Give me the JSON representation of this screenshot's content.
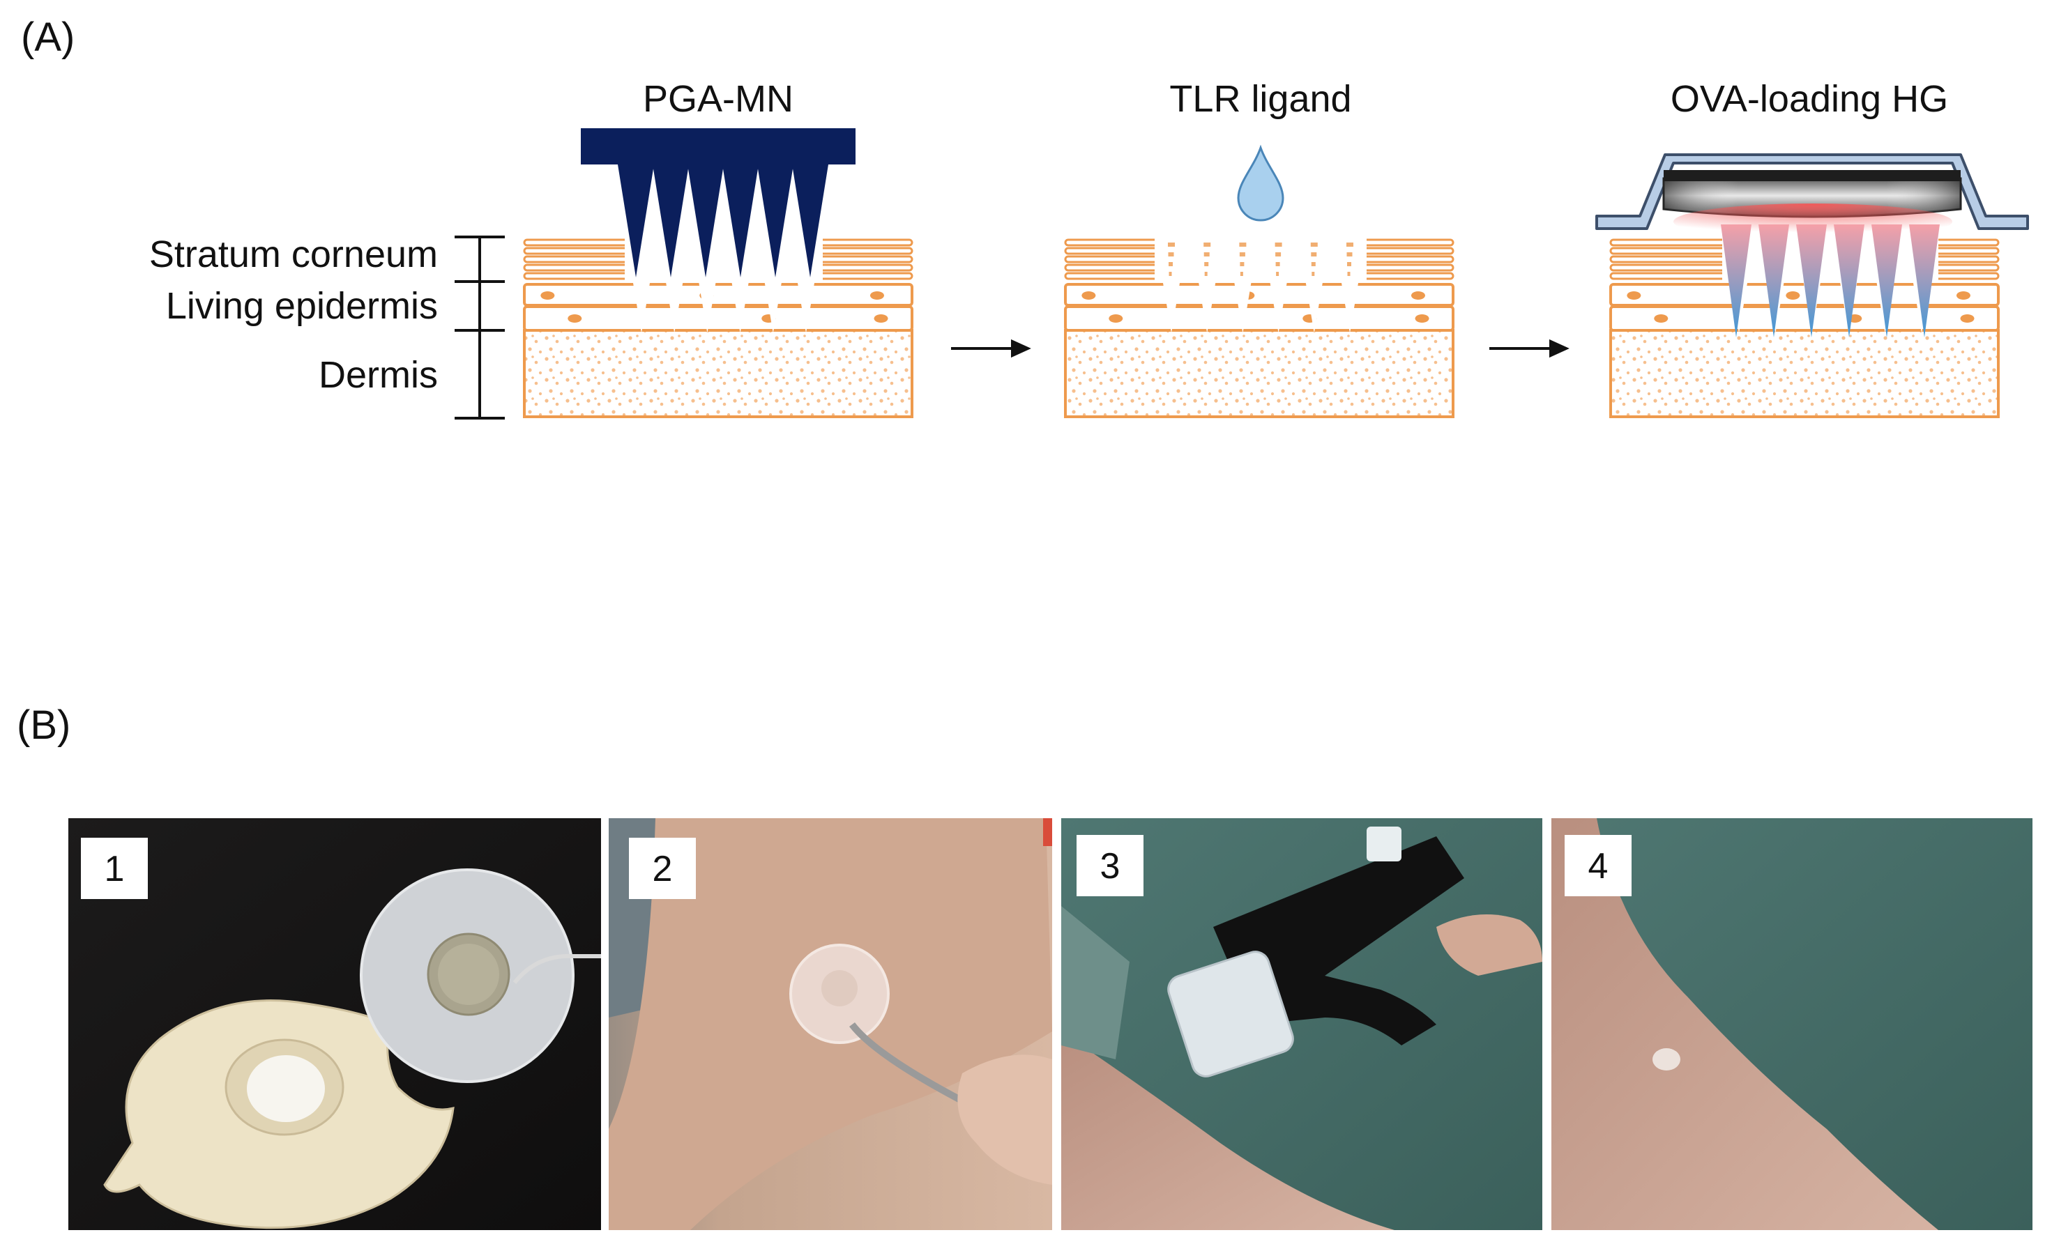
{
  "panel_a": {
    "label": "(A)",
    "layer_labels": {
      "stratum_corneum": "Stratum corneum",
      "living_epidermis": "Living epidermis",
      "dermis": "Dermis"
    },
    "steps": [
      {
        "title": "PGA-MN"
      },
      {
        "title": "TLR ligand"
      },
      {
        "title": "OVA-loading HG"
      }
    ],
    "colors": {
      "skin_orange": "#ee9a4d",
      "dermis_dot": "#f6bf8e",
      "microneedle_navy": "#0b1f5c",
      "drop_blue": "#a9d0ee",
      "drop_stroke": "#4a86b8",
      "hydrogel_gray": "#6e6e6e",
      "patch_blue": "#b8cde6",
      "ova_red": "#f06a6a",
      "ova_blue": "#3f97d6"
    }
  },
  "panel_b": {
    "label": "(B)",
    "photos": [
      {
        "number": "1"
      },
      {
        "number": "2"
      },
      {
        "number": "3"
      },
      {
        "number": "4"
      }
    ]
  }
}
